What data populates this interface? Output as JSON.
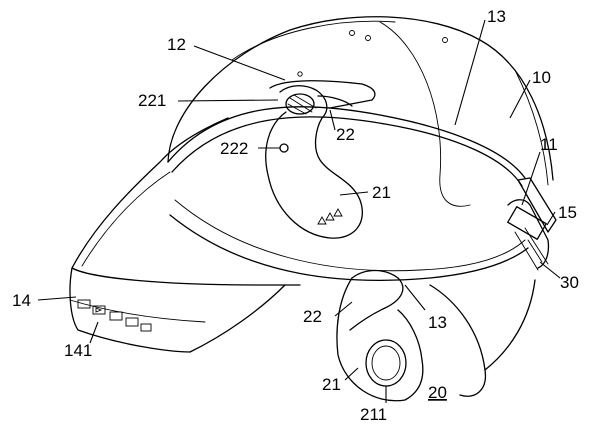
{
  "labels": {
    "l10": "10",
    "l11": "11",
    "l12": "12",
    "l13_top": "13",
    "l13_bottom": "13",
    "l14": "14",
    "l141": "141",
    "l15": "15",
    "l20": "20",
    "l21_upper": "21",
    "l21_lower": "21",
    "l211": "211",
    "l22_upper": "22",
    "l22_lower": "22",
    "l221": "221",
    "l222": "222",
    "l30": "30"
  }
}
